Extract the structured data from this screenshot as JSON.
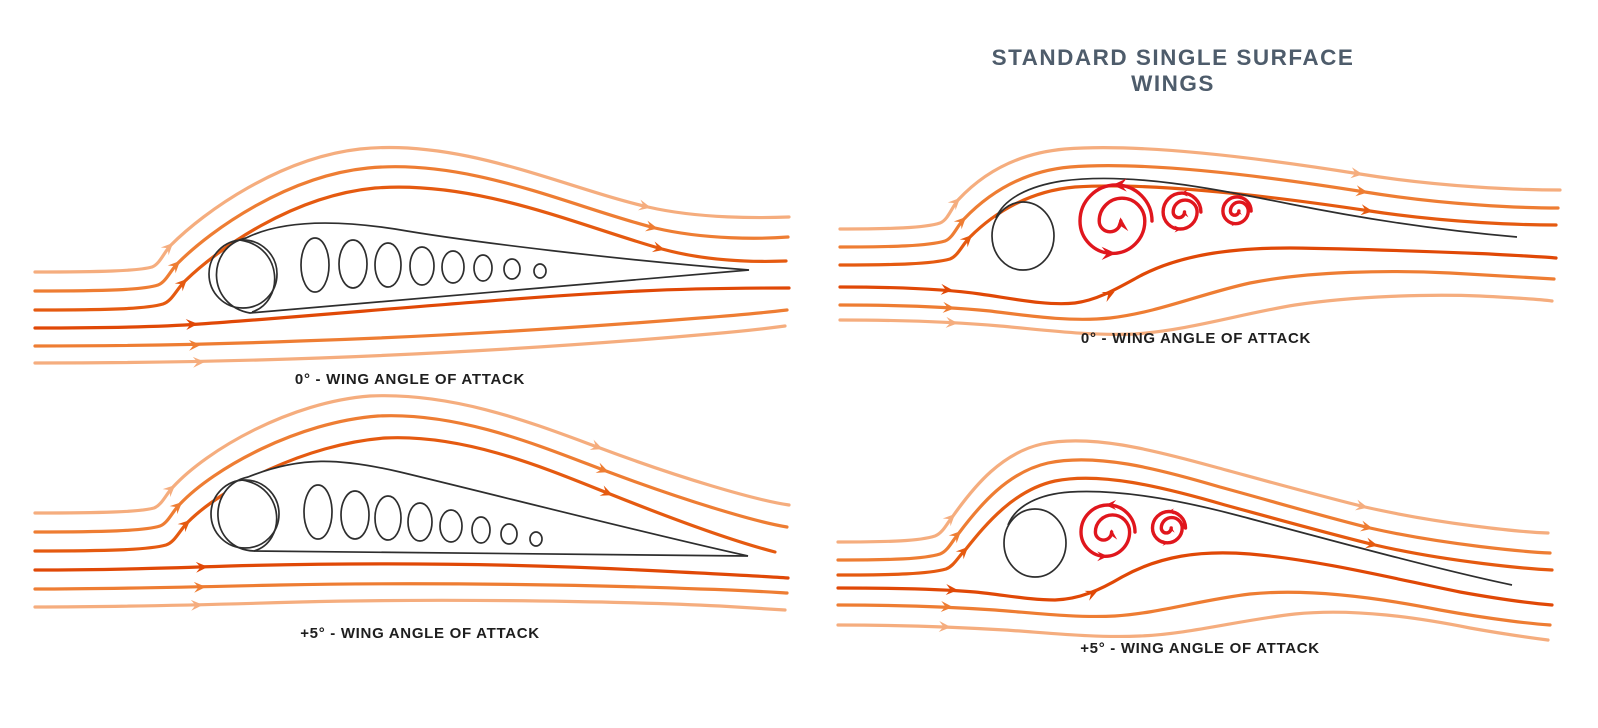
{
  "title": "STANDARD SINGLE SURFACE WINGS",
  "panels": [
    {
      "id": "double-surface-wing-0deg",
      "caption": "0° - WING ANGLE OF ATTACK"
    },
    {
      "id": "double-surface-wing-5deg",
      "caption": "+5° - WING ANGLE OF ATTACK"
    },
    {
      "id": "single-surface-wing-0deg",
      "caption": "0° - WING ANGLE OF ATTACK"
    },
    {
      "id": "single-surface-wing-5deg",
      "caption": "+5° - WING ANGLE OF ATTACK"
    }
  ],
  "colors": {
    "background": "#FFFFFF",
    "streamline_light": "#F5AD7E",
    "streamline_medium": "#EE7D33",
    "streamline_dark": "#E55A10",
    "streamline_darkest": "#E04806",
    "vortex_red": "#E0161D",
    "outline_dark": "#2E2E2E",
    "title_text": "#4E5C6B",
    "caption_text": "#1E1E1E"
  }
}
